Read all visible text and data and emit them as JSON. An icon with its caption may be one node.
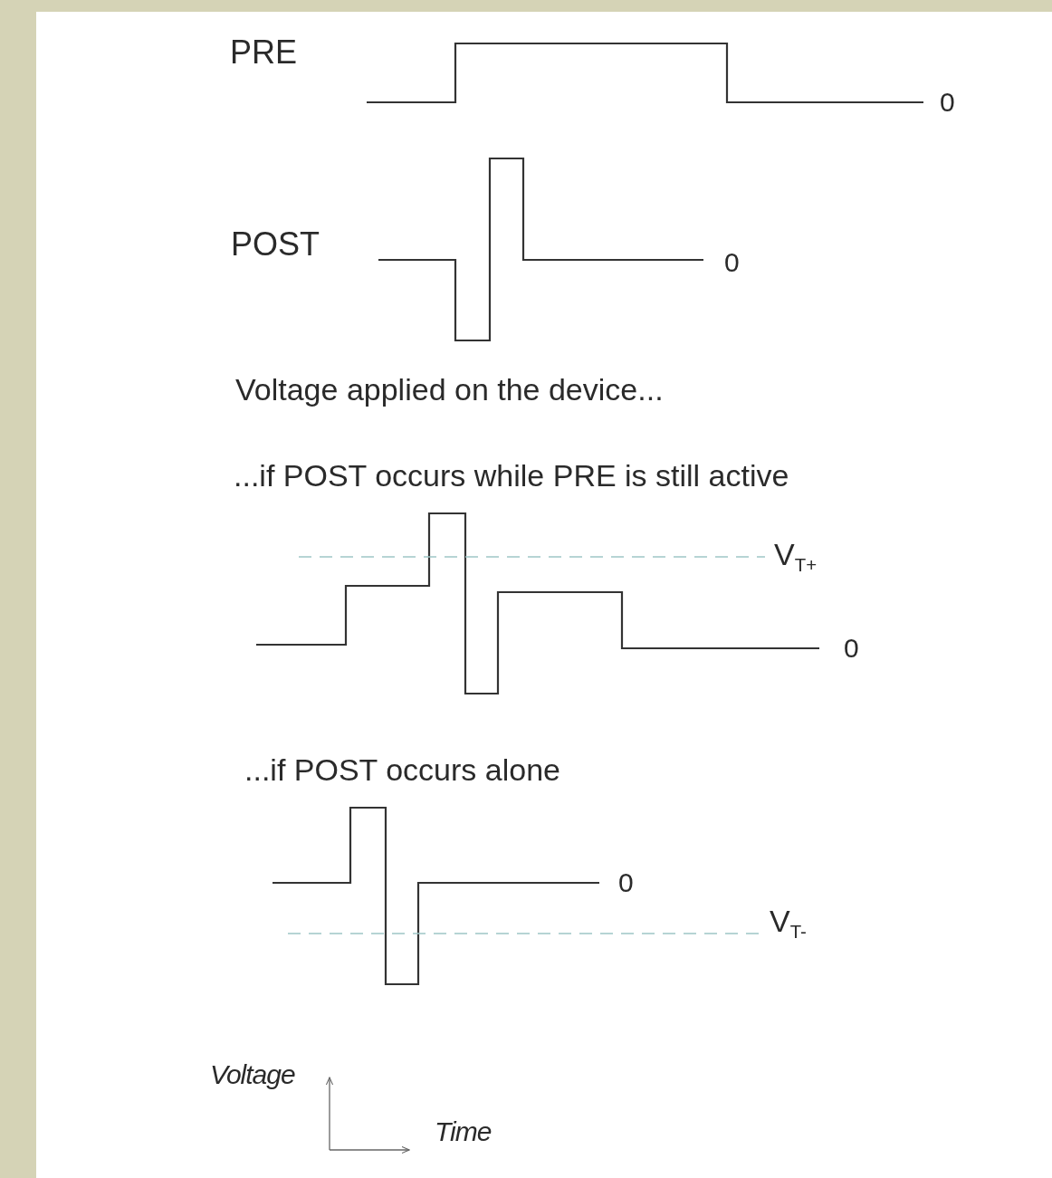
{
  "diagram": {
    "labels": [
      "PRE",
      "0",
      "POST",
      "0",
      "Voltage applied on the device...",
      "...if POST occurs while PRE is still active",
      "V$_{T+}$",
      "0",
      "...if POST occurs alone",
      "0",
      "V$_{T-}$",
      "Voltage",
      "Time"
    ]
  }
}
